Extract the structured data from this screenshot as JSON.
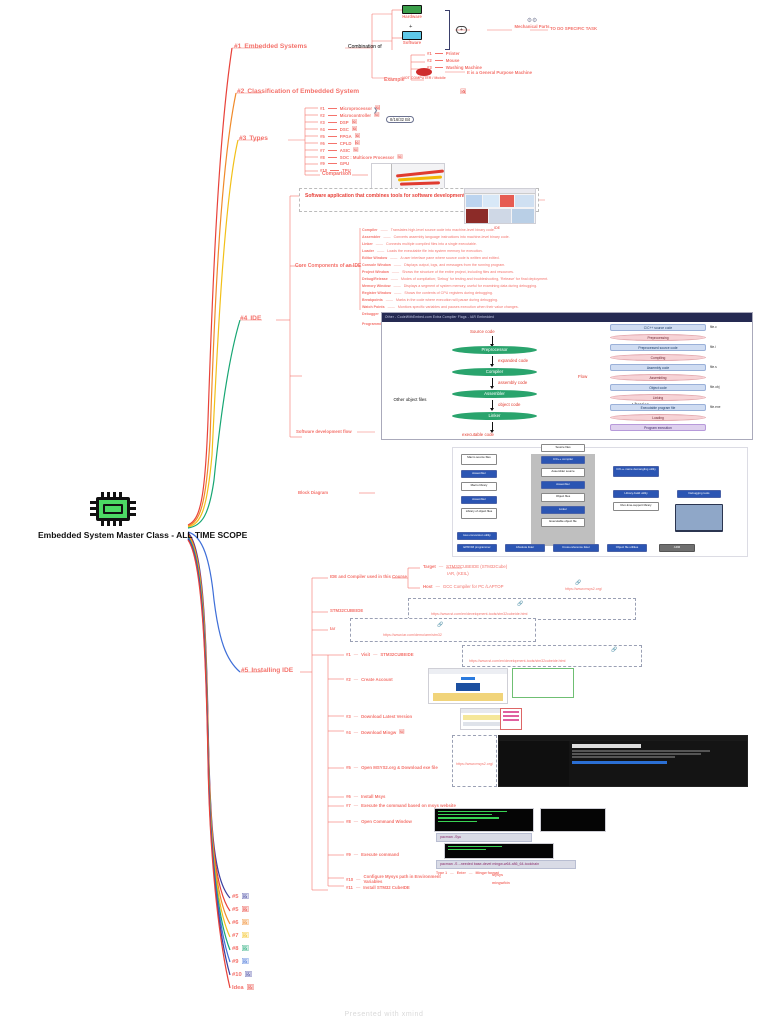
{
  "app": {
    "footer": "Presented with xmind"
  },
  "root": {
    "title": "Embedded System Master Class - ALL TIME SCOPE",
    "icon": "microchip-icon"
  },
  "branch_colors": {
    "b1": "#e8423a",
    "b2": "#f08a2a",
    "b3": "#f2c018",
    "b4": "#17a673",
    "b5": "#3f6fd8",
    "b6": "#3b3f9e",
    "b7": "#e8423a",
    "b8": "#f08a2a",
    "b9": "#f2c018",
    "b10": "#17a673",
    "b11": "#3f6fd8",
    "b12": "#3b3f9e",
    "b13": "#e8423a"
  },
  "branches": [
    {
      "num": "#1",
      "label": "Embedded Systems",
      "combination_label": "Combination of",
      "combination": [
        "Hardware",
        "Software"
      ],
      "plus": "+",
      "mechanical": "Mechanical Parts",
      "purpose": "TO DO SPECIFIC TASK",
      "example_label": "Example",
      "examples": [
        {
          "num": "#1",
          "label": "Printer"
        },
        {
          "num": "#2",
          "label": "Mouse"
        },
        {
          "num": "#3",
          "label": "Washing Machine"
        }
      ],
      "not_label": "NOT COMPUTER / Mobile",
      "not_reason": "It is a General Purpose Machine"
    },
    {
      "num": "#2",
      "label": "Classification of Embedded System",
      "attachment": "image-attachment"
    },
    {
      "num": "#3",
      "label": "Types",
      "types": [
        {
          "num": "#1",
          "label": "Microprocessor",
          "attachment": "image-attachment"
        },
        {
          "num": "#2",
          "label": "Microcontroller",
          "attachment": "image-attachment",
          "callout": "8/16/32 Bit"
        },
        {
          "num": "#3",
          "label": "DSP",
          "attachment": "image-attachment"
        },
        {
          "num": "#4",
          "label": "DSC",
          "attachment": "image-attachment"
        },
        {
          "num": "#5",
          "label": "FPGA",
          "attachment": "image-attachment"
        },
        {
          "num": "#6",
          "label": "CPLD",
          "attachment": "image-attachment"
        },
        {
          "num": "#7",
          "label": "ASIC",
          "attachment": "image-attachment"
        },
        {
          "num": "#8",
          "label": "SOC : Multicore Processor",
          "attachment": "image-attachment"
        },
        {
          "num": "#9",
          "label": "GPU",
          "attachment": ""
        },
        {
          "num": "#10",
          "label": "TPU",
          "attachment": ""
        }
      ],
      "comparison_label": "Comparison"
    },
    {
      "num": "#4",
      "label": "IDE",
      "definition": "Software application that combines tools for software development into one environment.",
      "core_label": "Core Components of an IDE",
      "core": [
        {
          "name": "Compiler",
          "desc": "Translates high-level source code into machine-level binary code."
        },
        {
          "name": "Assembler",
          "desc": "Converts assembly language instructions into machine-level binary code."
        },
        {
          "name": "Linker",
          "desc": "Connects multiple compiled files into a single executable."
        },
        {
          "name": "Loader",
          "desc": "Loads the executable file into system memory for execution."
        },
        {
          "name": "Editor Window",
          "desc": "A user interface pane where source code is written and edited."
        },
        {
          "name": "Console Window",
          "desc": "Displays output, logs, and messages from the running program."
        },
        {
          "name": "Project Window",
          "desc": "Shows the structure of the entire project, including files and resources."
        },
        {
          "name": "Debug/Release",
          "desc": "Modes of compilation; 'Debug' for testing and troubleshooting, 'Release' for final deployment."
        },
        {
          "name": "Memory Window",
          "desc": "Displays a segment of system memory, useful for examining data during debugging."
        },
        {
          "name": "Register Window",
          "desc": "Shows the contents of CPU registers during debugging."
        },
        {
          "name": "Breakpoints",
          "desc": "Marks in the code where execution will pause during debugging."
        },
        {
          "name": "Watch Points",
          "desc": "Monitors specific variables and pauses execution when their value changes."
        },
        {
          "name": "Debugger",
          "desc": "A tool that assists in identifying and fixing code errors by allowing line-by-line execution and monitoring."
        },
        {
          "name": "Programming Options",
          "desc": "Settings or configurations related to compiling, debugging, or deploying the software."
        }
      ],
      "flow_label": "Software development flow",
      "block_label": "Block Diagram",
      "flow_diagram": {
        "titlebar": "Other - CodeWithEmbed.com      Extra Compiler Flags - IAR Embedded",
        "nodes": [
          "Preprocessor",
          "Compiler",
          "Assembler",
          "Linker"
        ],
        "edges": [
          "Source code",
          "expanded code",
          "assembly code",
          "object code",
          "executable code"
        ],
        "inputs": [
          "Other object files",
          "Libraries"
        ],
        "flow_caption": "Flow",
        "stages": [
          {
            "stage": "C/C++ source code",
            "kind": "in",
            "ext": "file.c"
          },
          {
            "stage": "Preprocessing",
            "kind": "proc",
            "ext": ""
          },
          {
            "stage": "Preprocessed source code",
            "kind": "in",
            "ext": "file.i"
          },
          {
            "stage": "Compiling",
            "kind": "proc",
            "ext": ""
          },
          {
            "stage": "Assembly code",
            "kind": "in",
            "ext": "file.s"
          },
          {
            "stage": "Assembling",
            "kind": "proc",
            "ext": ""
          },
          {
            "stage": "Object code",
            "kind": "in",
            "ext": "file.obj"
          },
          {
            "stage": "Linking",
            "kind": "proc",
            "ext": ""
          },
          {
            "stage": "Executable program file",
            "kind": "in",
            "ext": "file.exe"
          },
          {
            "stage": "Loading",
            "kind": "proc",
            "ext": ""
          },
          {
            "stage": "Program execution",
            "kind": "out",
            "ext": ""
          }
        ]
      },
      "block_diagram": {
        "left": [
          "Macro source files",
          "Assembler",
          "Macro library",
          "Assembler",
          "Library of object files"
        ],
        "center": [
          "Source files",
          "C/C++ compiler",
          "Assembler source",
          "Assembler",
          "Object files",
          "Linker",
          "Executable object file"
        ],
        "right": [
          "C/C++ name demangling utility",
          "Library-build utility",
          "Run-time-support library",
          "Debugging tools"
        ],
        "bottom": [
          "Hex-conversion utility",
          "EPROM programmer",
          "Absolute lister",
          "Cross-reference lister",
          "Object file utilities",
          "ARM"
        ]
      }
    },
    {
      "num": "#5",
      "label": "Installing IDE",
      "toolchain_label": "IDE and Compiler used in this Course",
      "toolchain": [
        {
          "role": "Target",
          "value": "STM32CUBEIDE (STM32Cube)"
        },
        {
          "role": "",
          "value": "IAR, (KEIL)"
        },
        {
          "role": "Host",
          "value": "GCC Compiler for PC /LAPTOP"
        }
      ],
      "resources": [
        {
          "label": "STM32CUBEIDE",
          "url": "https://www.st.com/en/development-tools/stm32cubeide.html"
        },
        {
          "label": "Iar",
          "url": "https://www.iar.com/demo/arm/stm32"
        }
      ],
      "steps": [
        {
          "num": "#1",
          "label": "Visit",
          "extra": "STM32CUBEIDE",
          "url": "https://www.st.com/en/development-tools/stm32cubeide.html"
        },
        {
          "num": "#2",
          "label": "Create Account",
          "extra": "",
          "url": ""
        },
        {
          "num": "#3",
          "label": "Download Latest Version",
          "extra": "",
          "url": ""
        },
        {
          "num": "#4",
          "label": "Download Mingw",
          "extra": "",
          "url": ""
        },
        {
          "num": "#5",
          "label": "Open MSYS2.org & Download exe file",
          "extra": "",
          "url": "https://www.msys2.org/"
        },
        {
          "num": "#6",
          "label": "Install Msys",
          "extra": "",
          "url": ""
        },
        {
          "num": "#7",
          "label": "Execute the command based on msys website",
          "extra": "",
          "url": ""
        },
        {
          "num": "#8",
          "label": "Open Command Window",
          "extra": "",
          "url": ""
        },
        {
          "num": "#9",
          "label": "Execute command",
          "extra": "",
          "url": ""
        },
        {
          "num": "#10",
          "label": "Configure Mysys path in Environment Variables",
          "extra": "",
          "url": ""
        },
        {
          "num": "#11",
          "label": "Install STM32 CubeIDE",
          "extra": "",
          "url": ""
        }
      ],
      "commands": [
        "pacman -Syu",
        "pacman -S --needed base-devel mingw-w64-x86_64-toolchain"
      ],
      "cmd_hint_num": "Type 1",
      "cmd_hint": "Enter",
      "cmd_hint2": "Mingw format",
      "env_paths": [
        "Mysys",
        "mingw/bin"
      ],
      "msys_site": "https://www.msys2.org/"
    },
    {
      "num": "#5",
      "label": "",
      "attachment": "image-attachment"
    },
    {
      "num": "#5",
      "label": "",
      "attachment": "image-attachment"
    },
    {
      "num": "#6",
      "label": "",
      "attachment": "image-attachment"
    },
    {
      "num": "#7",
      "label": "",
      "attachment": "image-attachment"
    },
    {
      "num": "#8",
      "label": "",
      "attachment": "image-attachment"
    },
    {
      "num": "#9",
      "label": "",
      "attachment": "image-attachment"
    },
    {
      "num": "#10",
      "label": "",
      "attachment": "image-attachment"
    },
    {
      "num": "Idea",
      "label": "",
      "attachment": "image-attachment"
    }
  ]
}
